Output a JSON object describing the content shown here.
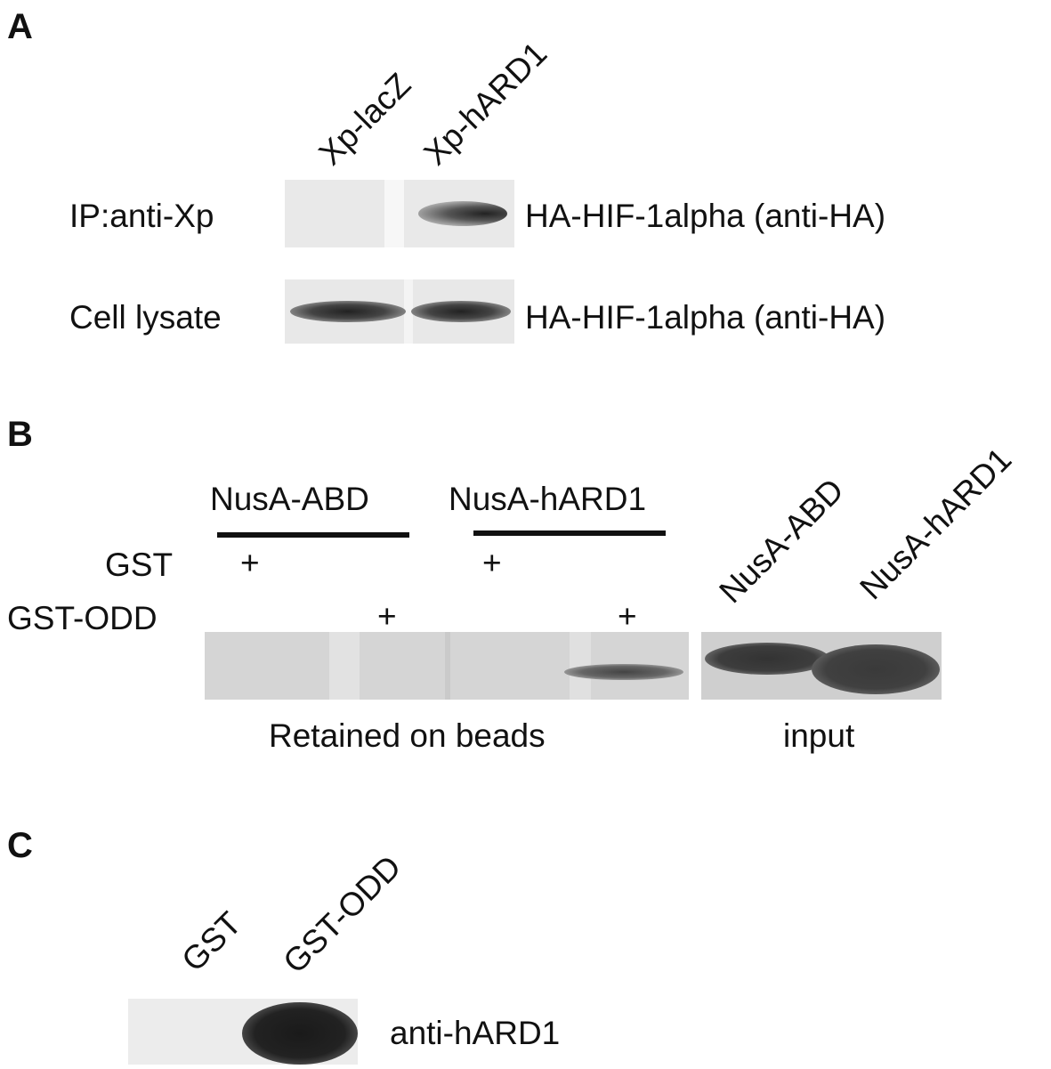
{
  "panelA": {
    "letter": "A",
    "lanes": [
      "Xp-lacZ",
      "Xp-hARD1"
    ],
    "rows": [
      {
        "label": "IP:anti-Xp",
        "target": "HA-HIF-1alpha (anti-HA)"
      },
      {
        "label": "Cell lysate",
        "target": "HA-HIF-1alpha (anti-HA)"
      }
    ]
  },
  "panelB": {
    "letter": "B",
    "groups": [
      "NusA-ABD",
      "NusA-hARD1"
    ],
    "conditions": [
      "GST",
      "GST-ODD"
    ],
    "plus": "+",
    "input_lanes": [
      "NusA-ABD",
      "NusA-hARD1"
    ],
    "caption_retained": "Retained on beads",
    "caption_input": "input"
  },
  "panelC": {
    "letter": "C",
    "lanes": [
      "GST",
      "GST-ODD"
    ],
    "target": "anti-hARD1"
  }
}
